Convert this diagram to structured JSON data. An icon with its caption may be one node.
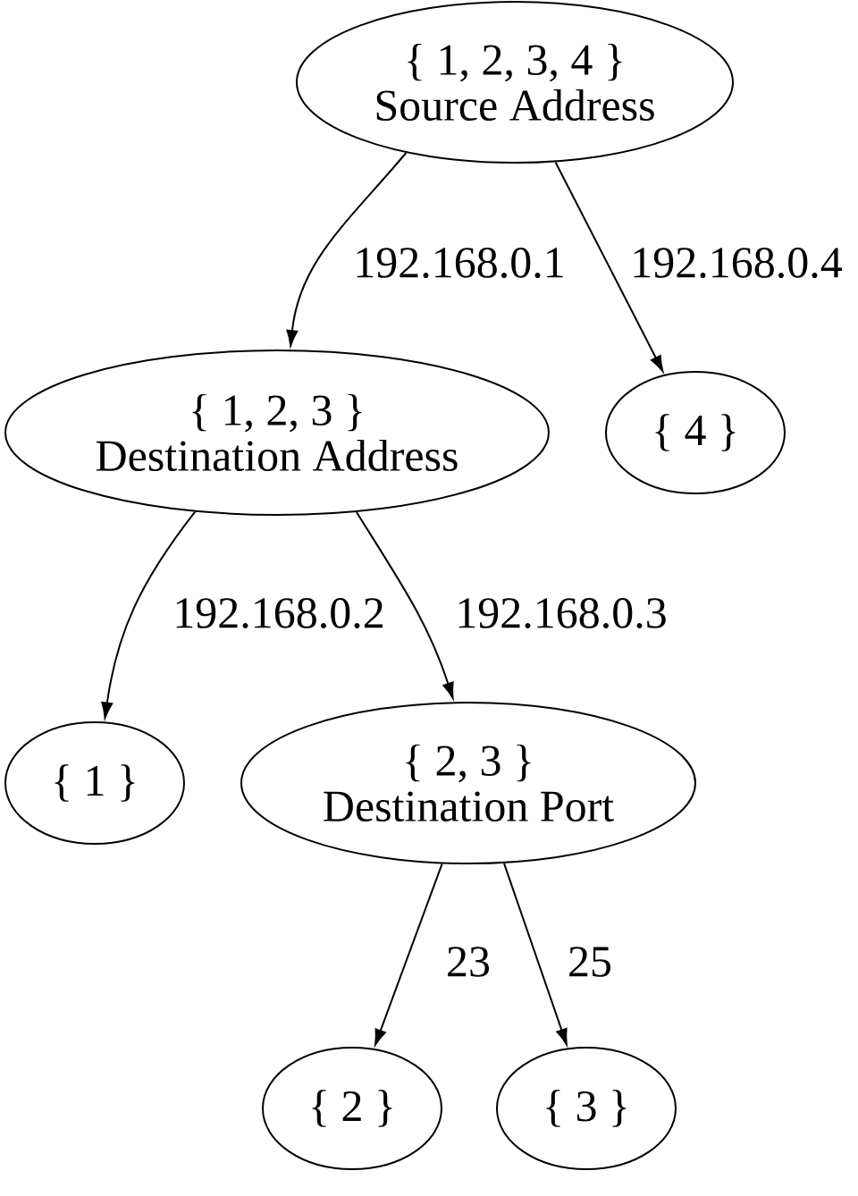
{
  "diagram": {
    "nodes": [
      {
        "text": [
          "{ 1, 2, 3, 4 }",
          "Source Address"
        ]
      },
      {
        "text": [
          "{ 1, 2, 3 }",
          "Destination Address"
        ]
      },
      {
        "text": [
          "{ 4 }"
        ]
      },
      {
        "text": [
          "{ 1 }"
        ]
      },
      {
        "text": [
          "{ 2, 3 }",
          "Destination Port"
        ]
      },
      {
        "text": [
          "{ 2 }"
        ]
      },
      {
        "text": [
          "{ 3 }"
        ]
      }
    ],
    "edges": [
      {
        "from": 0,
        "to": 1,
        "arrow": "to",
        "label": "192.168.0.1"
      },
      {
        "from": 0,
        "to": 2,
        "arrow": "to",
        "label": "192.168.0.4"
      },
      {
        "from": 1,
        "to": 3,
        "arrow": "to",
        "label": "192.168.0.2"
      },
      {
        "from": 1,
        "to": 4,
        "arrow": "to",
        "label": "192.168.0.3"
      },
      {
        "from": 4,
        "to": 5,
        "arrow": "to",
        "label": "23"
      },
      {
        "from": 4,
        "to": 6,
        "arrow": "to",
        "label": "25"
      }
    ]
  }
}
